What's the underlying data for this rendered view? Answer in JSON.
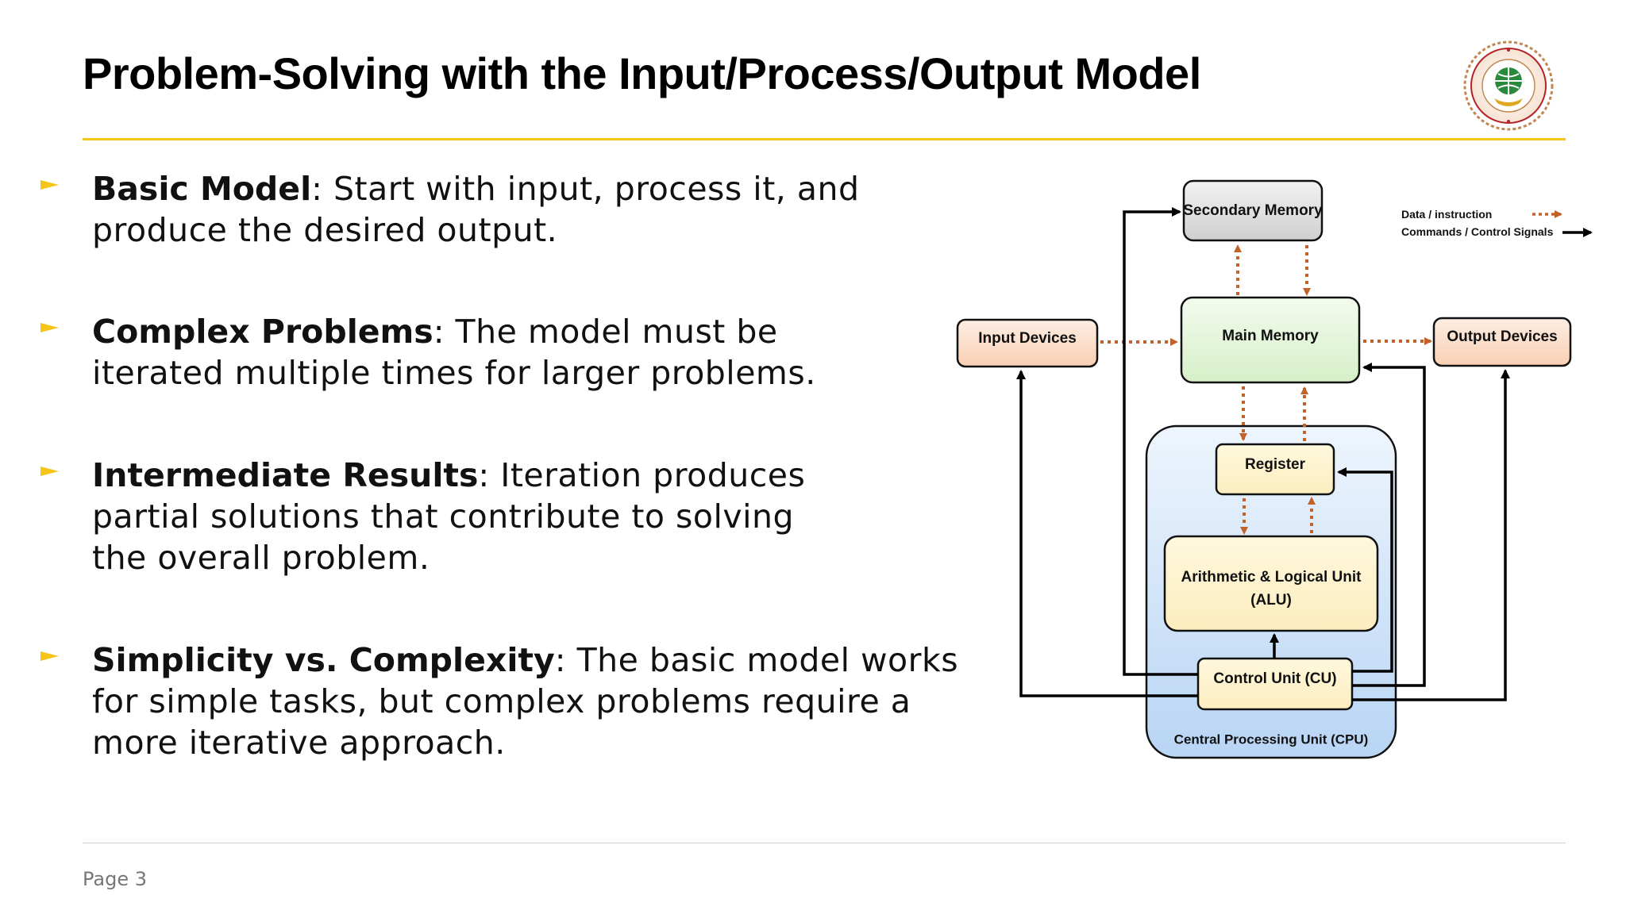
{
  "slide": {
    "title": "Problem-Solving with the Input/Process/Output Model",
    "page_label": "Page 3",
    "accent_color": "#f5c518"
  },
  "bullets": [
    {
      "term": "Basic Model",
      "lines": [
        ": Start with input, process it, and",
        "produce  the desired output."
      ]
    },
    {
      "term": "Complex Problems",
      "lines": [
        ": The model must be",
        "iterated  multiple times for larger problems."
      ]
    },
    {
      "term": "Intermediate Results",
      "lines": [
        ": Iteration produces",
        "partial  solutions that contribute to solving",
        "the overall  problem."
      ]
    },
    {
      "term": "Simplicity vs. Complexity",
      "lines": [
        ": The basic model works",
        "for  simple tasks, but complex problems require a",
        "more  iterative approach."
      ]
    }
  ],
  "diagram": {
    "legend": {
      "data": "Data / instruction",
      "control": "Commands / Control Signals"
    },
    "nodes": {
      "secondary_memory": "Secondary Memory",
      "main_memory": "Main Memory",
      "input_devices": "Input Devices",
      "output_devices": "Output Devices",
      "register": "Register",
      "alu_line1": "Arithmetic & Logical Unit",
      "alu_line2": "(ALU)",
      "control_unit": "Control Unit (CU)",
      "cpu": "Central Processing Unit (CPU)"
    },
    "colors": {
      "data_arrow": "#c0622a",
      "control_arrow": "#000000",
      "io_fill": "#fbd5bd",
      "memory_fill": "#ddf3d0",
      "secondary_fill": "#d4d4d4",
      "cpu_unit_fill": "#fdf1c3",
      "cpu_fill": "#bcd8f5"
    }
  },
  "logo": {
    "icon": "college-seal-logo"
  }
}
